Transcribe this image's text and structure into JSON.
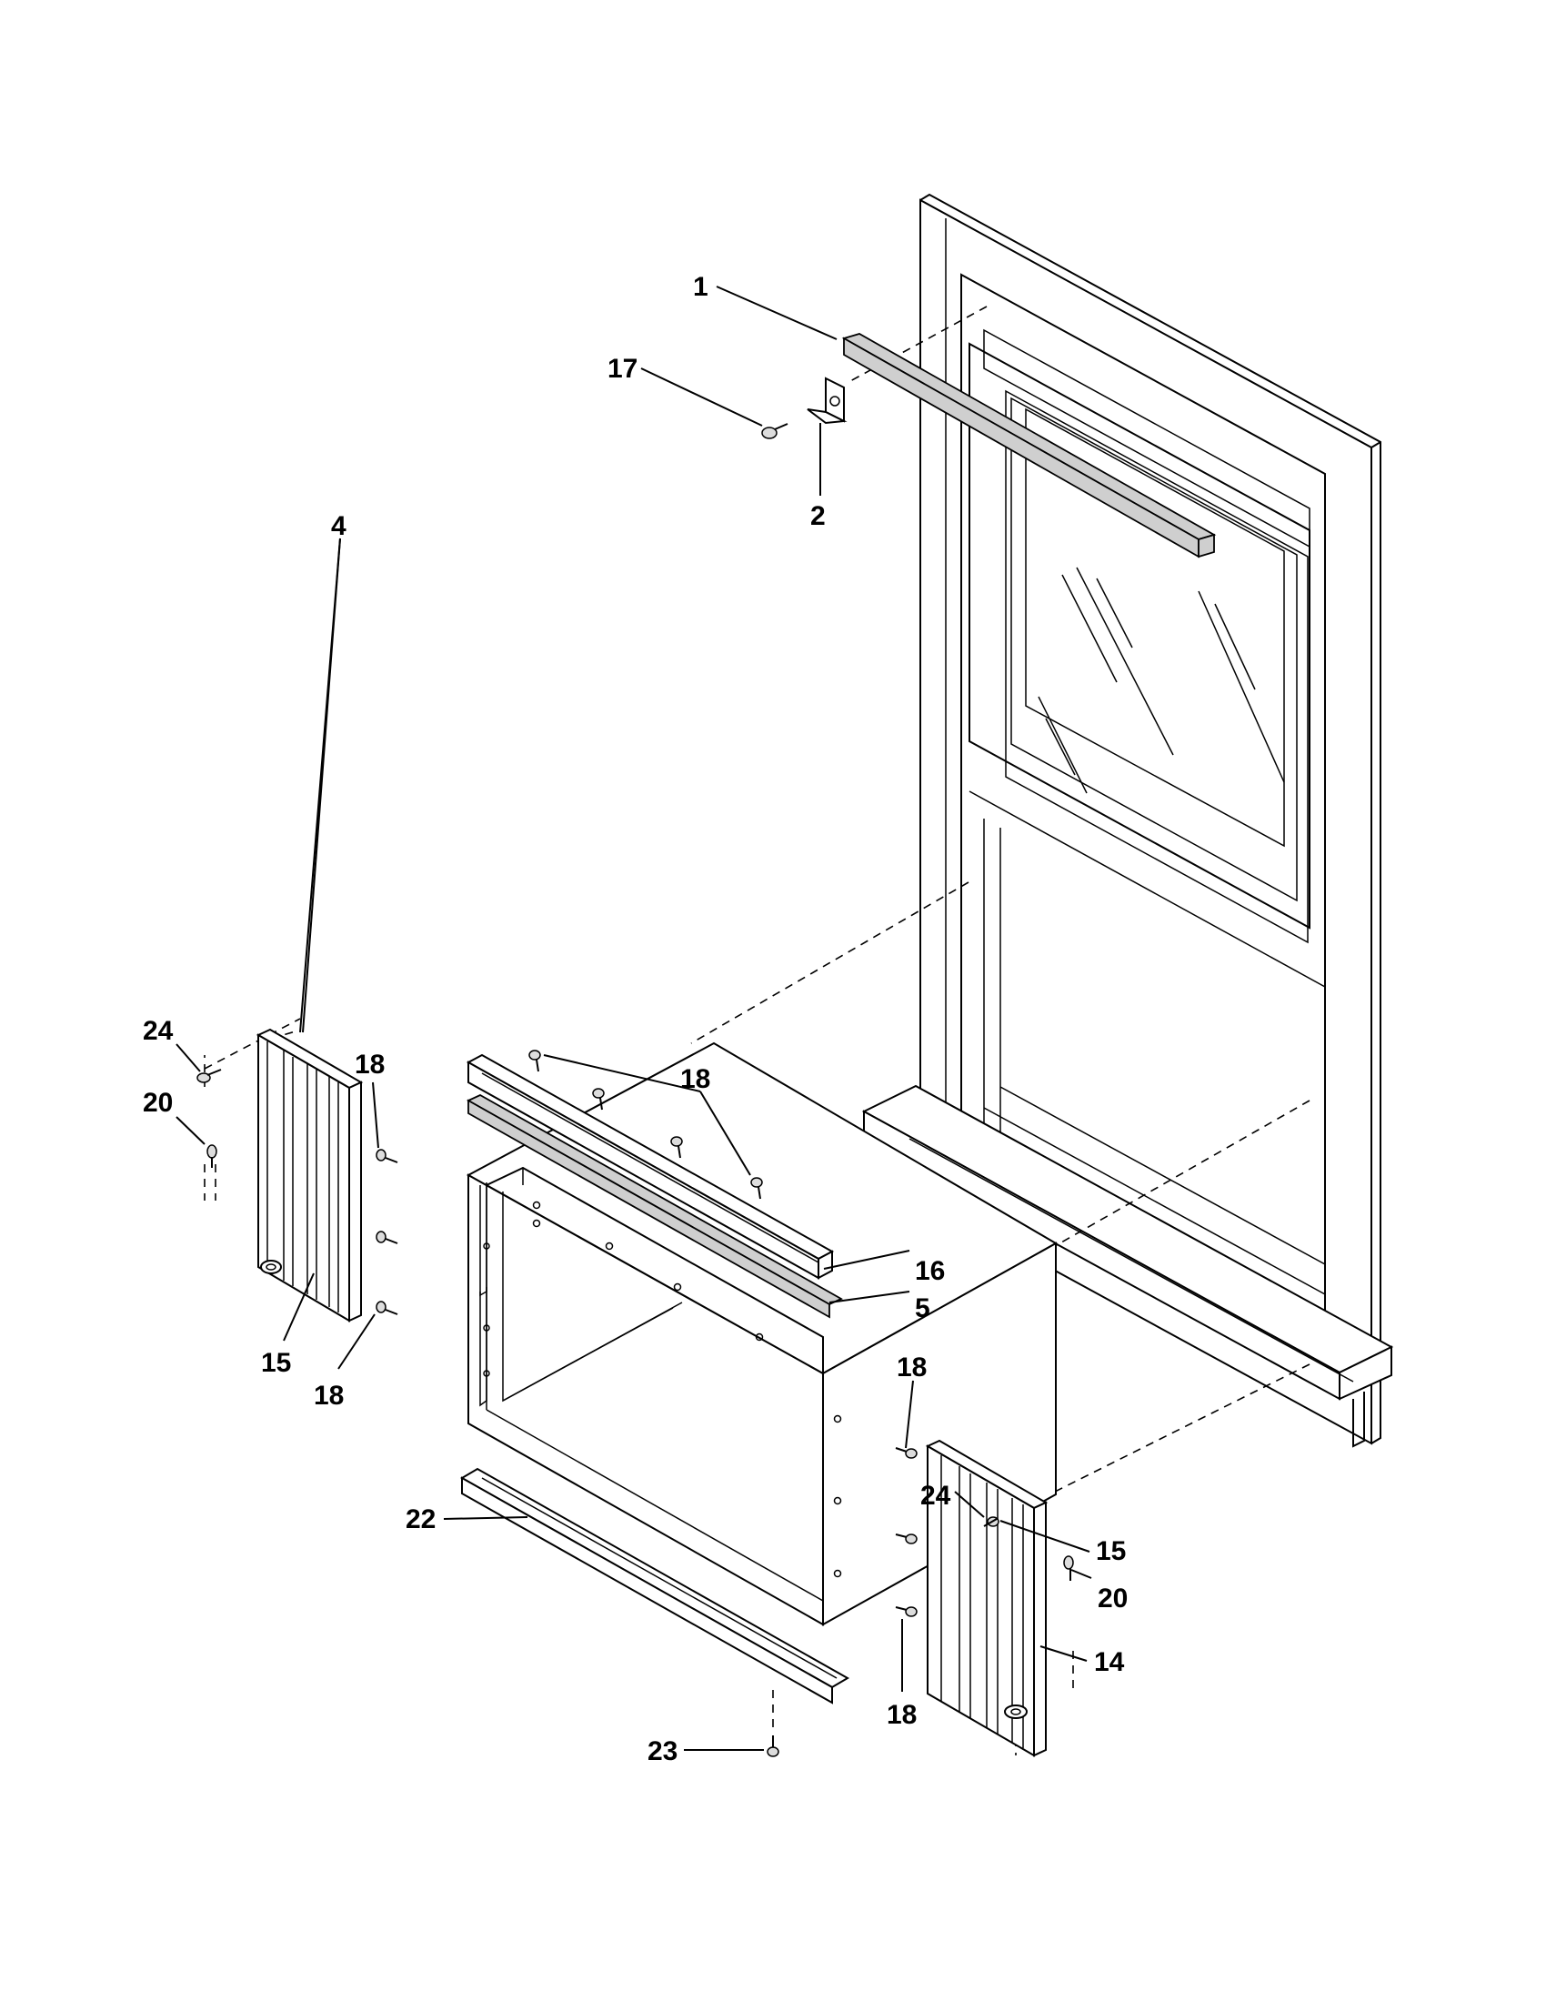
{
  "callouts": [
    {
      "id": "c1",
      "text": "1"
    },
    {
      "id": "c17",
      "text": "17"
    },
    {
      "id": "c2",
      "text": "2"
    },
    {
      "id": "c4",
      "text": "4"
    },
    {
      "id": "c24a",
      "text": "24"
    },
    {
      "id": "c20a",
      "text": "20"
    },
    {
      "id": "c18a",
      "text": "18"
    },
    {
      "id": "c18b",
      "text": "18"
    },
    {
      "id": "c15a",
      "text": "15"
    },
    {
      "id": "c18c",
      "text": "18"
    },
    {
      "id": "c16",
      "text": "16"
    },
    {
      "id": "c5",
      "text": "5"
    },
    {
      "id": "c18d",
      "text": "18"
    },
    {
      "id": "c24b",
      "text": "24"
    },
    {
      "id": "c15b",
      "text": "15"
    },
    {
      "id": "c20b",
      "text": "20"
    },
    {
      "id": "c14",
      "text": "14"
    },
    {
      "id": "c18e",
      "text": "18"
    },
    {
      "id": "c22",
      "text": "22"
    },
    {
      "id": "c23",
      "text": "23"
    }
  ]
}
